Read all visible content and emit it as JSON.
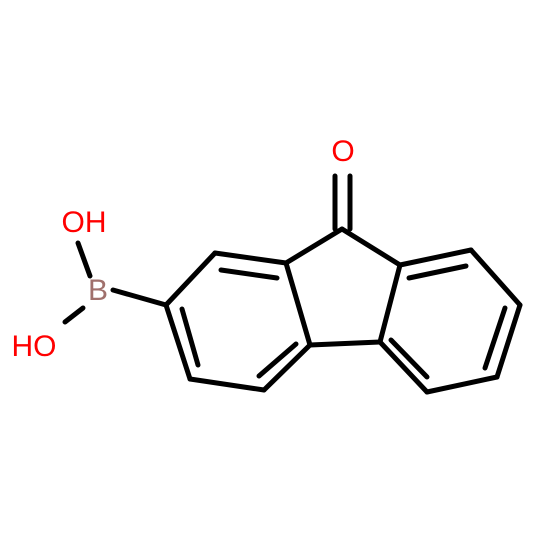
{
  "colors": {
    "bond": "#000000",
    "oxygen": "#ff0000",
    "boron": "#a0706c",
    "background": "#ffffff"
  },
  "atoms": {
    "carbonyl_oxygen": "O",
    "boron": "B",
    "hydroxyl_upper": "OH",
    "hydroxyl_lower": "HO"
  }
}
